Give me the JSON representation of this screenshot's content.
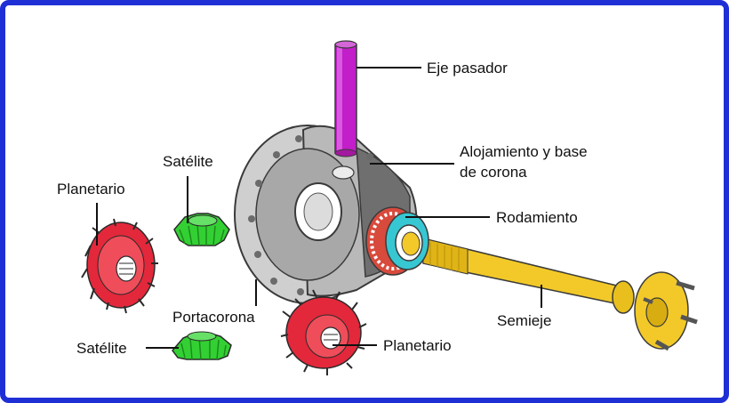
{
  "labels": {
    "eje_pasador": "Eje pasador",
    "alojamiento_line1": "Alojamiento y base",
    "alojamiento_line2": "de corona",
    "rodamiento": "Rodamiento",
    "satelite_top": "Satélite",
    "planetario_left": "Planetario",
    "portacorona": "Portacorona",
    "semieje": "Semieje",
    "satelite_bottom": "Satélite",
    "planetario_bottom": "Planetario"
  },
  "colors": {
    "frame_border": "#1f2fd6",
    "pin": "#c21ec9",
    "housing": "#c6c6c6",
    "planetary_gear": "#e3283b",
    "satellite_gear": "#33d033",
    "bearing": "#36c7d2",
    "bearing_rollers": "#d84a3c",
    "axle_shaft": "#f2c928"
  }
}
